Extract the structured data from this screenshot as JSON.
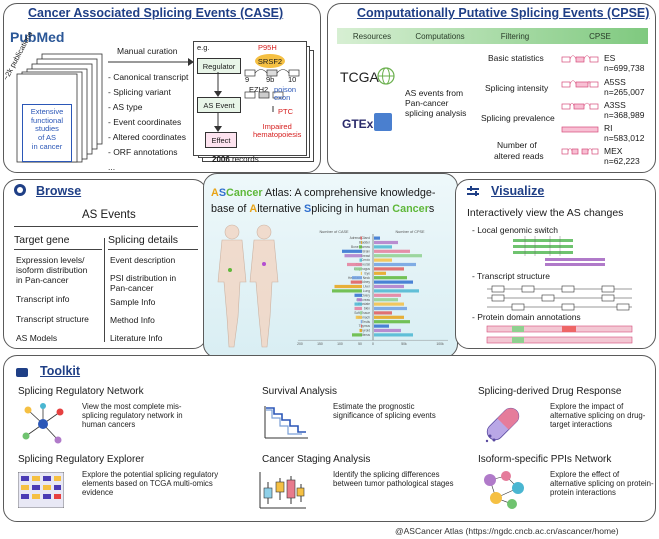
{
  "case": {
    "title": "Cancer Associated Splicing Events (CASE)",
    "pubmed_logo": "PubMed",
    "stack_label": "~2k publications",
    "study_label": [
      "Extensive",
      "functional",
      "studies",
      "of AS",
      "in cancer"
    ],
    "manual_curation": "Manual curation",
    "items": [
      "- Canonical transcript",
      "- Splicing variant",
      "- AS type",
      "- Event coordinates",
      "- Altered coordinates",
      "- ORF annotations",
      "..."
    ],
    "eg": "e.g.",
    "regulator": "Regulator",
    "as_event": "AS Event",
    "effect": "Effect",
    "p95h": "P95H",
    "srsf2": "SRSF2",
    "ezh2": "EZH2",
    "exon_nums": [
      "9",
      "9b",
      "10"
    ],
    "poison_exon": "poison\nexon",
    "ptc": "PTC",
    "impaired": "Impaired\nhematopoiesis",
    "records_num": "2006",
    "records_label": " records"
  },
  "cpse": {
    "title": "Computationally Putative Splicing Events (CPSE)",
    "headers": [
      "Resources",
      "Computations",
      "Filtering",
      "CPSE"
    ],
    "tcga": "TCGA",
    "gtex": "GTEx",
    "computation_text": [
      "AS events from",
      "Pan-cancer",
      "splicing analysis"
    ],
    "filters": [
      "Basic statistics",
      "Splicing intensity",
      "Splicing prevalence",
      "Number of",
      "altered reads"
    ],
    "events": [
      {
        "type": "ES",
        "n": "n=699,738"
      },
      {
        "type": "A5SS",
        "n": "n=265,007"
      },
      {
        "type": "A3SS",
        "n": "n=368,989"
      },
      {
        "type": "RI",
        "n": "n=583,012"
      },
      {
        "type": "MEX",
        "n": "n=62,223"
      }
    ]
  },
  "browse": {
    "title": "Browse",
    "header": "AS Events",
    "col1_title": "Target gene",
    "col1": [
      "Expression levels/",
      "isoform distribution",
      "in Pan-cancer",
      "Transcript info",
      "Transcript structure",
      "AS Models"
    ],
    "col2_title": "Splicing details",
    "col2": [
      "Event description",
      "PSI distribution in",
      "Pan-cancer",
      "Sample Info",
      "Method Info",
      "Literature Info"
    ]
  },
  "atlas": {
    "title_parts": [
      {
        "text": "A",
        "color": "#e8a317"
      },
      {
        "text": "S",
        "color": "#2f6fcf"
      },
      {
        "text": "Cancer",
        "color": "#5fb83a"
      },
      {
        "text": " Atlas",
        "color": "#1a1a1a"
      },
      {
        "text": ": A comprehensive knowledge-",
        "color": "#1a1a1a"
      }
    ],
    "subtitle_parts": [
      {
        "text": "base of ",
        "color": "#1a1a1a"
      },
      {
        "text": "A",
        "color": "#e8a317"
      },
      {
        "text": "lternative ",
        "color": "#1a1a1a"
      },
      {
        "text": "S",
        "color": "#2f6fcf"
      },
      {
        "text": "plicing in human ",
        "color": "#1a1a1a"
      },
      {
        "text": "Cancer",
        "color": "#5fb83a"
      },
      {
        "text": "s",
        "color": "#1a1a1a"
      }
    ],
    "chart_left_label": "Number of CASE",
    "chart_right_label": "Number of CPSE",
    "tissues": [
      "Adrenal Gland",
      "Bladder",
      "Bone Marrow",
      "Brain",
      "Breast",
      "Cervix",
      "Colorectal",
      "Esophagus",
      "Eye",
      "Head and Neck",
      "Kidney",
      "Liver",
      "Lung",
      "Ovary",
      "Pancreas",
      "Prostate",
      "Skin",
      "Soft Tissue",
      "Stomach",
      "Testis",
      "Thymus",
      "Thyroid",
      "Uterus"
    ],
    "axis_ticks": [
      "200",
      "150",
      "100",
      "50",
      "0",
      "50k",
      "100k"
    ],
    "left_values": [
      6,
      4,
      12,
      80,
      70,
      10,
      60,
      30,
      5,
      40,
      45,
      110,
      120,
      30,
      20,
      30,
      30,
      8,
      25,
      5,
      4,
      10,
      40
    ],
    "right_values": [
      10,
      40,
      30,
      60,
      80,
      30,
      70,
      50,
      20,
      55,
      65,
      50,
      75,
      45,
      40,
      50,
      55,
      30,
      50,
      60,
      25,
      45,
      65
    ]
  },
  "visualize": {
    "title": "Visualize",
    "header": "Interactively view the AS changes",
    "items": [
      "- Local genomic switch",
      "- Transcript structure",
      "- Protein domain annotations"
    ]
  },
  "toolkit": {
    "title": "Toolkit",
    "tools": [
      {
        "title": "Splicing Regulatory Network",
        "desc": "View the most complete mis-splicing regulatory network in human cancers"
      },
      {
        "title": "Survival Analysis",
        "desc": "Estimate the prognostic significance of splicing events"
      },
      {
        "title": "Splicing-derived Drug Response",
        "desc": "Explore the impact of alternative splicing on drug-target interactions"
      },
      {
        "title": "Splicing Regulatory Explorer",
        "desc": "Explore the potential splicing regulatory elements based on TCGA multi-omics evidence"
      },
      {
        "title": "Cancer Staging Analysis",
        "desc": "Identify the splicing differences between tumor pathological stages"
      },
      {
        "title": "Isoform-specific PPIs Network",
        "desc": "Explore the effect of alternative splicing on protein-protein interactions"
      }
    ]
  },
  "footer": "@ASCancer Atlas (https://ngdc.cncb.ac.cn/ascancer/home)",
  "colors": {
    "title_blue": "#1f3f86",
    "green_header": "#7fc97f",
    "border": "#5a5a5a"
  }
}
